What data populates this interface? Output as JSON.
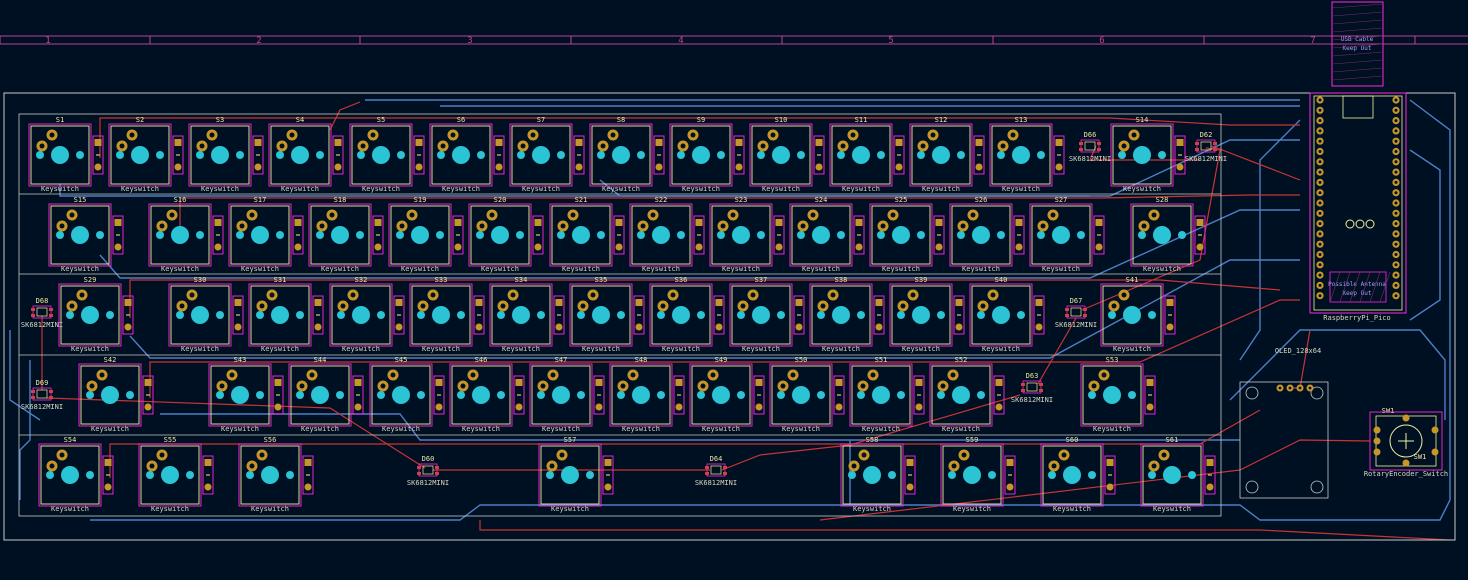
{
  "ruler": {
    "labels": [
      "1",
      "2",
      "3",
      "4",
      "5",
      "6",
      "7"
    ]
  },
  "keyswitch_value": "Keyswitch",
  "rows": [
    {
      "refs": [
        "S1",
        "S2",
        "S3",
        "S4",
        "S5",
        "S6",
        "S7",
        "S8",
        "S9",
        "S10",
        "S11",
        "S12",
        "S13",
        "S14"
      ]
    },
    {
      "refs": [
        "S15",
        "S16",
        "S17",
        "S18",
        "S19",
        "S20",
        "S21",
        "S22",
        "S23",
        "S24",
        "S25",
        "S26",
        "S27",
        "S28"
      ]
    },
    {
      "refs": [
        "S29",
        "S30",
        "S31",
        "S32",
        "S33",
        "S34",
        "S35",
        "S36",
        "S37",
        "S38",
        "S39",
        "S40",
        "S41"
      ]
    },
    {
      "refs": [
        "S42",
        "S43",
        "S44",
        "S45",
        "S46",
        "S47",
        "S48",
        "S49",
        "S50",
        "S51",
        "S52",
        "S53"
      ]
    },
    {
      "refs": [
        "S54",
        "S55",
        "S56",
        "S57",
        "S58",
        "S59",
        "S60",
        "S61"
      ]
    }
  ],
  "leds": [
    {
      "ref": "D66",
      "value": "SK6812MINI"
    },
    {
      "ref": "D62",
      "value": "SK6812MINI"
    },
    {
      "ref": "D68",
      "value": "SK6812MINI"
    },
    {
      "ref": "D67",
      "value": "SK6812MINI"
    },
    {
      "ref": "D69",
      "value": "SK6812MINI"
    },
    {
      "ref": "D63",
      "value": "SK6812MINI"
    },
    {
      "ref": "D60",
      "value": "SK6812MINI"
    },
    {
      "ref": "D64",
      "value": "SK6812MINI"
    }
  ],
  "usb_keepout": {
    "line1": "USB Cable",
    "line2": "Keep Out"
  },
  "antenna_keepout": {
    "line1": "Possible Antenna",
    "line2": "Keep Out"
  },
  "pico_value": "RaspberryPi_Pico",
  "oled_value": "OLED_128x64",
  "encoder": {
    "ref": "SW1",
    "value": "RotaryEncoder_Switch"
  },
  "colors": {
    "background": "#001023",
    "edge_cuts": "#c8c8c8",
    "front_silk": "#f0f0a0",
    "courtyard": "#ff26e2",
    "front_copper": "#c83434",
    "back_copper": "#4d7fc4",
    "pad": "#c89628",
    "hole": "#2bc4d4",
    "pad_red": "#d04040"
  }
}
